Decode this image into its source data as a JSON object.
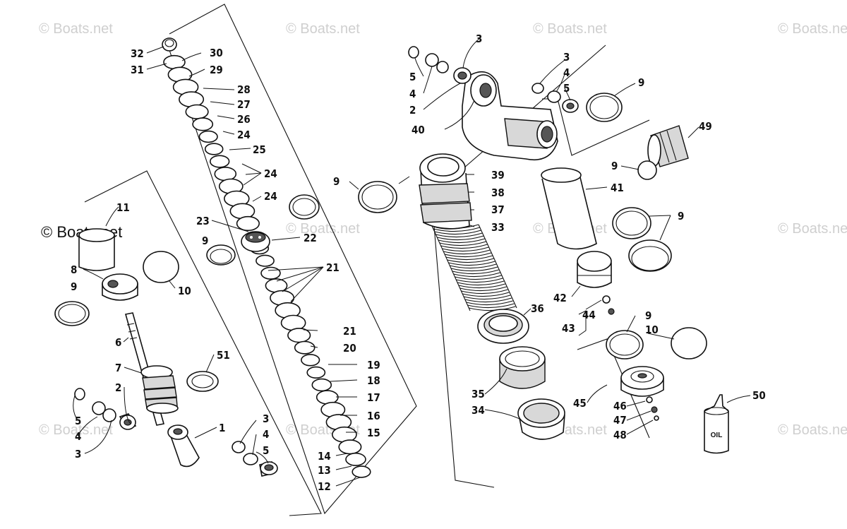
{
  "watermark": "© Boats.net",
  "oil_bottle_label": "OIL",
  "callouts": [
    {
      "id": "c32a",
      "label": "32"
    },
    {
      "id": "c31a",
      "label": "31"
    },
    {
      "id": "c30",
      "label": "30"
    },
    {
      "id": "c29",
      "label": "29"
    },
    {
      "id": "c28",
      "label": "28"
    },
    {
      "id": "c27",
      "label": "27"
    },
    {
      "id": "c26",
      "label": "26"
    },
    {
      "id": "c24a",
      "label": "24"
    },
    {
      "id": "c25",
      "label": "25"
    },
    {
      "id": "c24b",
      "label": "24"
    },
    {
      "id": "c24c",
      "label": "24"
    },
    {
      "id": "c23",
      "label": "23"
    },
    {
      "id": "c22",
      "label": "22"
    },
    {
      "id": "c9a",
      "label": "9"
    },
    {
      "id": "c21a",
      "label": "21"
    },
    {
      "id": "c21b",
      "label": "21"
    },
    {
      "id": "c20",
      "label": "20"
    },
    {
      "id": "c19",
      "label": "19"
    },
    {
      "id": "c18",
      "label": "18"
    },
    {
      "id": "c17",
      "label": "17"
    },
    {
      "id": "c16",
      "label": "16"
    },
    {
      "id": "c15",
      "label": "15"
    },
    {
      "id": "c14",
      "label": "14"
    },
    {
      "id": "c13",
      "label": "13"
    },
    {
      "id": "c12",
      "label": "12"
    },
    {
      "id": "c11",
      "label": "11"
    },
    {
      "id": "c8",
      "label": "8"
    },
    {
      "id": "c9b",
      "label": "9"
    },
    {
      "id": "c10a",
      "label": "10"
    },
    {
      "id": "c6",
      "label": "6"
    },
    {
      "id": "c7",
      "label": "7"
    },
    {
      "id": "c51",
      "label": "51"
    },
    {
      "id": "c2a",
      "label": "2"
    },
    {
      "id": "c5a",
      "label": "5"
    },
    {
      "id": "c4a",
      "label": "4"
    },
    {
      "id": "c3a",
      "label": "3"
    },
    {
      "id": "c1",
      "label": "1"
    },
    {
      "id": "c3b",
      "label": "3"
    },
    {
      "id": "c4b",
      "label": "4"
    },
    {
      "id": "c5b",
      "label": "5"
    },
    {
      "id": "c3c",
      "label": "3"
    },
    {
      "id": "c5c",
      "label": "5"
    },
    {
      "id": "c4c",
      "label": "4"
    },
    {
      "id": "c2b",
      "label": "2"
    },
    {
      "id": "c40",
      "label": "40"
    },
    {
      "id": "c3d",
      "label": "3"
    },
    {
      "id": "c4d",
      "label": "4"
    },
    {
      "id": "c5d",
      "label": "5"
    },
    {
      "id": "c9c",
      "label": "9"
    },
    {
      "id": "c49",
      "label": "49"
    },
    {
      "id": "c9d",
      "label": "9"
    },
    {
      "id": "c39",
      "label": "39"
    },
    {
      "id": "c38",
      "label": "38"
    },
    {
      "id": "c37",
      "label": "37"
    },
    {
      "id": "c33",
      "label": "33"
    },
    {
      "id": "c9e",
      "label": "9"
    },
    {
      "id": "c41",
      "label": "41"
    },
    {
      "id": "c9f",
      "label": "9"
    },
    {
      "id": "c42",
      "label": "42"
    },
    {
      "id": "c36",
      "label": "36"
    },
    {
      "id": "c44",
      "label": "44"
    },
    {
      "id": "c43",
      "label": "43"
    },
    {
      "id": "c9g",
      "label": "9"
    },
    {
      "id": "c10b",
      "label": "10"
    },
    {
      "id": "c35",
      "label": "35"
    },
    {
      "id": "c34",
      "label": "34"
    },
    {
      "id": "c45",
      "label": "45"
    },
    {
      "id": "c46",
      "label": "46"
    },
    {
      "id": "c47",
      "label": "47"
    },
    {
      "id": "c48",
      "label": "48"
    },
    {
      "id": "c50",
      "label": "50"
    }
  ]
}
